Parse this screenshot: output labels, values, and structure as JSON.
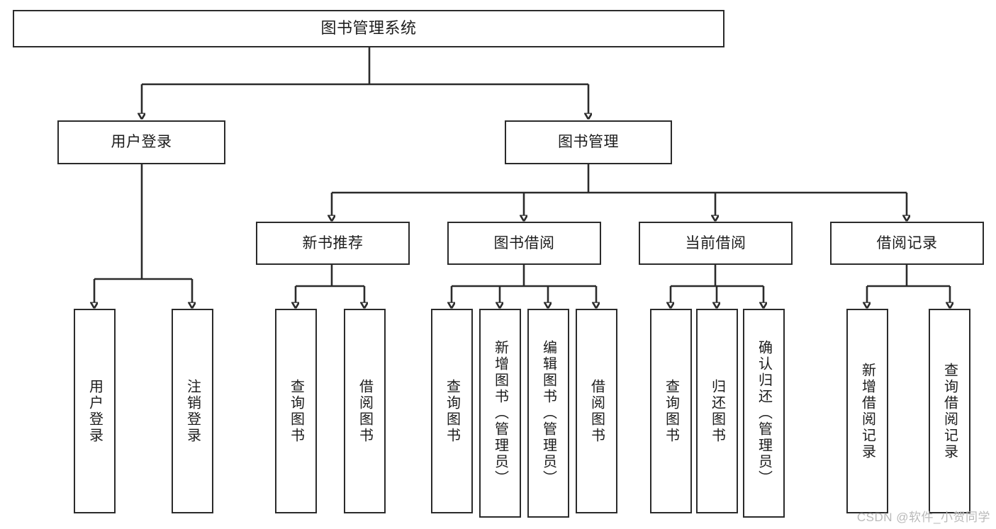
{
  "diagram": {
    "kind": "tree-structure-chart",
    "title": "图书管理系统",
    "watermark": "CSDN @软件_小贺同学",
    "colors": {
      "stroke": "#2b2b2b",
      "fill": "#ffffff",
      "text": "#1c1c1c",
      "watermark": "#b9b9b9"
    },
    "root": {
      "label": "图书管理系统"
    },
    "level2": [
      {
        "id": "user-login",
        "label": "用户登录"
      },
      {
        "id": "book-manage",
        "label": "图书管理"
      }
    ],
    "level3": [
      {
        "id": "new-book-recommend",
        "label": "新书推荐"
      },
      {
        "id": "book-borrow",
        "label": "图书借阅"
      },
      {
        "id": "current-borrow",
        "label": "当前借阅"
      },
      {
        "id": "borrow-record",
        "label": "借阅记录"
      }
    ],
    "leaves": {
      "user_login": [
        {
          "id": "leaf-user-login",
          "label": "用户登录"
        },
        {
          "id": "leaf-user-logout",
          "label": "注销登录"
        }
      ],
      "new_book_recommend": [
        {
          "id": "leaf-query-book-1",
          "label": "查询图书"
        },
        {
          "id": "leaf-borrow-book-1",
          "label": "借阅图书"
        }
      ],
      "book_borrow": [
        {
          "id": "leaf-query-book-2",
          "label": "查询图书"
        },
        {
          "id": "leaf-add-book",
          "label": "新增图书（管理员）"
        },
        {
          "id": "leaf-edit-book",
          "label": "编辑图书（管理员）"
        },
        {
          "id": "leaf-borrow-book-2",
          "label": "借阅图书"
        }
      ],
      "current_borrow": [
        {
          "id": "leaf-query-book-3",
          "label": "查询图书"
        },
        {
          "id": "leaf-return-book",
          "label": "归还图书"
        },
        {
          "id": "leaf-confirm-return",
          "label": "确认归还（管理员）"
        }
      ],
      "borrow_record": [
        {
          "id": "leaf-add-record",
          "label": "新增借阅记录"
        },
        {
          "id": "leaf-query-record",
          "label": "查询借阅记录"
        }
      ]
    }
  }
}
